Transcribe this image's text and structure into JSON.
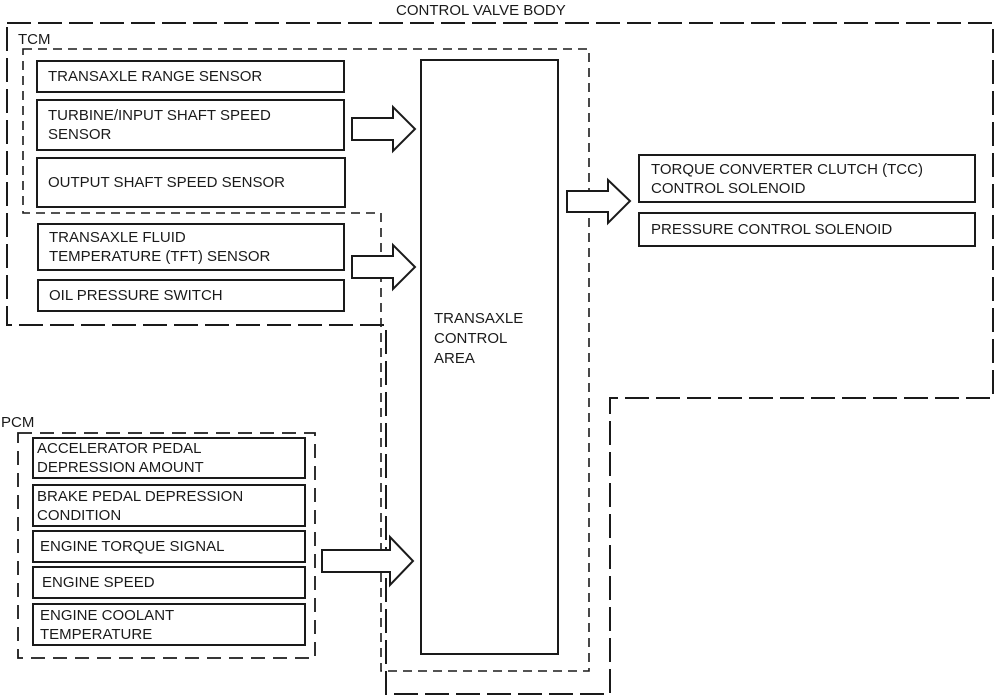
{
  "diagram": {
    "title": "CONTROL VALVE BODY",
    "groups": {
      "control_valve_body": "CONTROL VALVE BODY",
      "tcm": "TCM",
      "pcm": "PCM"
    },
    "tcm_inputs": [
      "TRANSAXLE RANGE SENSOR",
      "TURBINE/INPUT SHAFT SPEED\nSENSOR",
      "OUTPUT SHAFT SPEED SENSOR"
    ],
    "valve_body_inputs": [
      "TRANSAXLE FLUID\nTEMPERATURE (TFT) SENSOR",
      "OIL PRESSURE SWITCH"
    ],
    "pcm_inputs": [
      "ACCELERATOR PEDAL\nDEPRESSION AMOUNT",
      "BRAKE  PEDAL DEPRESSION\nCONDITION",
      "ENGINE TORQUE SIGNAL",
      "ENGINE SPEED",
      "ENGINE COOLANT\nTEMPERATURE"
    ],
    "center": "TRANSAXLE\nCONTROL\nAREA",
    "outputs": [
      "TORQUE CONVERTER CLUTCH (TCC)\nCONTROL SOLENOID",
      "PRESSURE CONTROL SOLENOID"
    ],
    "line_color": "#1a1a1a"
  }
}
